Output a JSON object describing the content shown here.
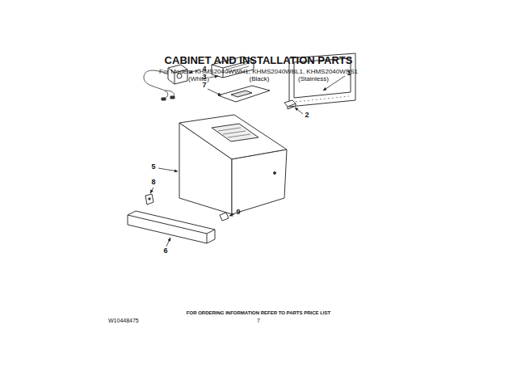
{
  "diagram": {
    "title": "CABINET AND INSTALLATION PARTS",
    "labels": [
      "For Models: KHMS2040WWH1, KHMS2040WBL1, KHMS2040WSS1",
      "(White)",
      "(Black)",
      "(Stainless)",
      "4",
      "3",
      "7",
      "1",
      "2",
      "5",
      "8",
      "9",
      "6",
      "FOR ORDERING INFORMATION REFER TO PARTS PRICE LIST",
      "W10448475",
      "7"
    ]
  }
}
